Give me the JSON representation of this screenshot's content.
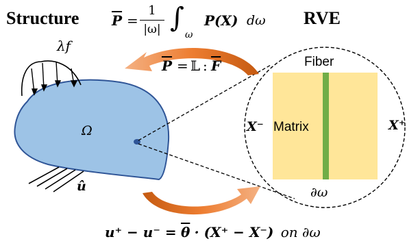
{
  "titles": {
    "structure": "Structure",
    "rve": "RVE"
  },
  "equations": {
    "homogenization": {
      "lhs": "P",
      "equals": "=",
      "numerator": "1",
      "denominator": "|ω|",
      "integral": "∫",
      "domain": "ω",
      "integrand": "P(X)",
      "differential": "dω"
    },
    "constitutive": {
      "lhs": "P",
      "equals": "=",
      "tensor": "𝕃",
      "colon": ":",
      "rhs": "F"
    },
    "periodic_bc": {
      "lhs": "u⁺ − u⁻ =",
      "theta": "θ",
      "rhs": "· (X⁺ − X⁻)",
      "suffix": "on ∂ω"
    }
  },
  "structure": {
    "load": "λf",
    "domain": "Ω",
    "displacement": "û"
  },
  "rve": {
    "fiber": "Fiber",
    "matrix": "Matrix",
    "x_minus": "X⁻",
    "x_plus": "X⁺",
    "boundary": "∂ω"
  },
  "colors": {
    "body_fill": "#9DC3E6",
    "body_stroke": "#2F5597",
    "matrix_fill": "#FFE699",
    "fiber_fill": "#70AD47",
    "arrow_fill": "#ED7D31"
  }
}
